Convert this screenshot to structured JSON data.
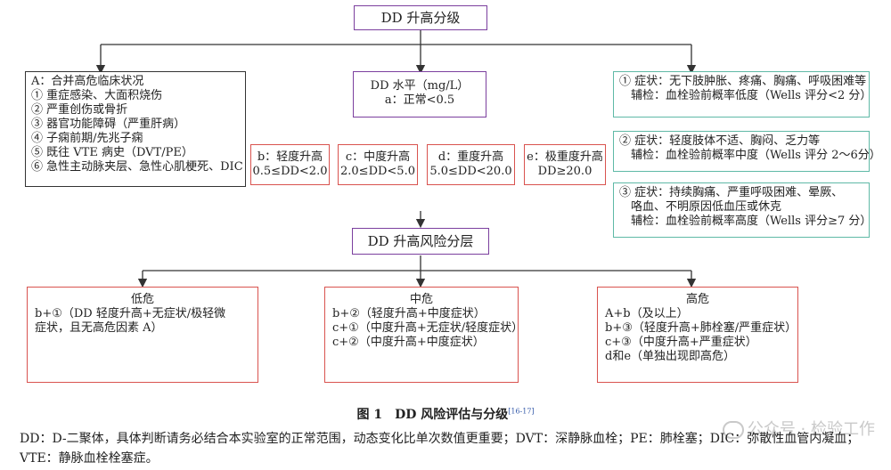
{
  "top_title": "DD 升高分级",
  "left_box": {
    "lines": [
      "A：合并高危临床状况",
      "① 重症感染、大面积烧伤",
      "② 严重创伤或骨折",
      "③ 器官功能障碍（严重肝病）",
      "④ 子痫前期/先兆子痫",
      "⑤ 既往 VTE 病史（DVT/PE）",
      "⑥ 急性主动脉夹层、急性心肌梗死、DIC"
    ]
  },
  "center_box": {
    "line1": "DD 水平（mg/L）",
    "line2": "a：正常<0.5"
  },
  "levels": [
    {
      "l1": "b：轻度升高",
      "l2": "0.5≤DD<2.0"
    },
    {
      "l1": "c：中度升高",
      "l2": "2.0≤DD<5.0"
    },
    {
      "l1": "d：重度升高",
      "l2": "5.0≤DD<20.0"
    },
    {
      "l1": "e：极重度升高",
      "l2": "DD≥20.0"
    }
  ],
  "symptoms": [
    {
      "lines": [
        "① 症状：无下肢肿胀、疼痛、胸痛、呼吸困难等",
        "辅检：血栓验前概率低度（Wells 评分<2 分）"
      ]
    },
    {
      "lines": [
        "② 症状：轻度肢体不适、胸闷、乏力等",
        "辅检：血栓验前概率中度（Wells 评分 2～6分）"
      ]
    },
    {
      "lines": [
        "③ 症状：持续胸痛、严重呼吸困难、晕厥、",
        "咯血、不明原因低血压或休克",
        "辅检：血栓验前概率高度（Wells 评分≥7 分）"
      ]
    }
  ],
  "risk_title": "DD 升高风险分层",
  "risks": [
    {
      "title": "低危",
      "lines": [
        "b+①（DD 轻度升高+无症状/极轻微",
        "症状，且无高危因素 A）"
      ]
    },
    {
      "title": "中危",
      "lines": [
        "b+②（轻度升高+中度症状）",
        "c+①（中度升高+无症状/轻度症状）",
        "c+②（中度升高+中度症状）"
      ]
    },
    {
      "title": "高危",
      "lines": [
        "A+b（及以上）",
        "b+③（轻度升高+肺栓塞/严重症状）",
        "c+③（中度升高+严重症状）",
        "d和e（单独出现即高危）"
      ]
    }
  ],
  "caption": {
    "text": "图 1　DD 风险评估与分级",
    "ref": "[16-17]"
  },
  "footer": "DD：D-二聚体，具体判断请务必结合本实验室的正常范围，动态变化比单次数值更重要；DVT：深静脉血栓；PE：肺栓塞；DIC：弥散性血管内凝血；VTE：静脉血栓栓塞症。",
  "watermark": "公众号 · 检验工作"
}
